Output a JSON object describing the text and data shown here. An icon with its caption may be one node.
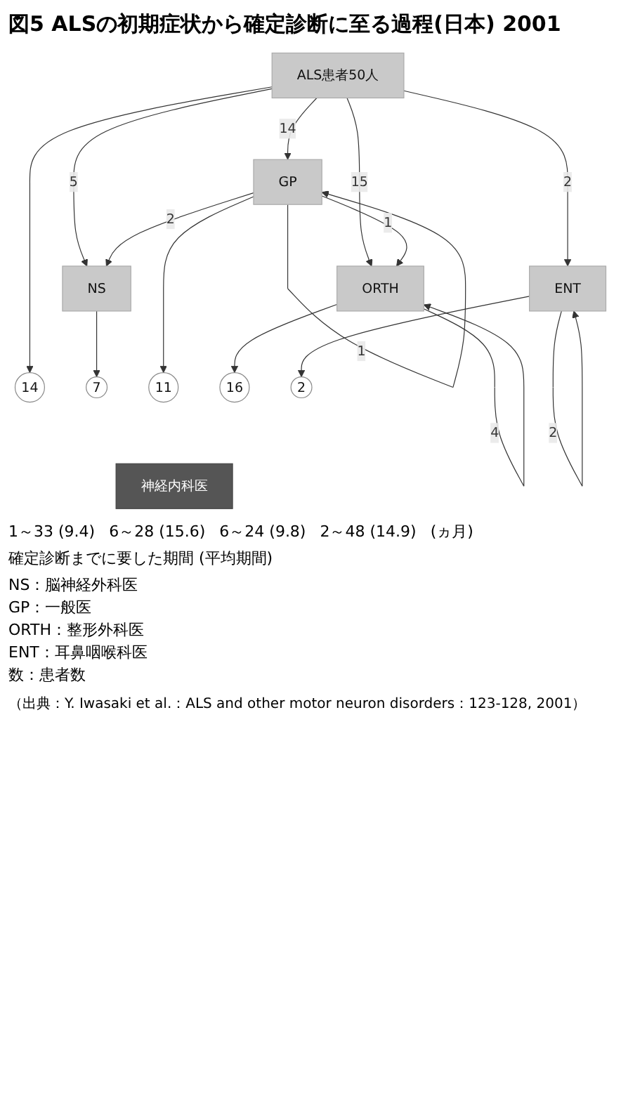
{
  "diagram": {
    "title": "図5 ALSの初期症状から確定診断に至る過程(日本) 2001",
    "caption": "（出典：Y. Iwasaki et al.：ALS and other motor neuron disorders：123-128, 2001）",
    "nodes": [
      {
        "text": [
          "ALS患者50人"
        ]
      },
      {
        "text": [
          "NS"
        ]
      },
      {
        "text": [
          "GP"
        ]
      },
      {
        "text": [
          "ORTH"
        ]
      },
      {
        "text": [
          "ENT"
        ]
      },
      {
        "text": [
          "14"
        ]
      },
      {
        "text": [
          "7"
        ]
      },
      {
        "text": [
          "11"
        ]
      },
      {
        "text": [
          "16"
        ]
      },
      {
        "text": [
          "2"
        ]
      },
      {
        "text": [
          "神経内科医"
        ]
      }
    ],
    "edges": [
      {
        "from": 0,
        "to": 5,
        "arrow": "to"
      },
      {
        "from": 0,
        "to": 1,
        "label": "5",
        "arrow": "to"
      },
      {
        "from": 0,
        "to": 2,
        "label": "14",
        "arrow": "to"
      },
      {
        "from": 0,
        "to": 3,
        "label": "15",
        "arrow": "to"
      },
      {
        "from": 0,
        "to": 4,
        "label": "2",
        "arrow": "to"
      },
      {
        "from": 2,
        "to": 1,
        "label": "2",
        "arrow": "to"
      },
      {
        "from": 2,
        "to": 2,
        "label": "1",
        "arrow": "to"
      },
      {
        "from": 2,
        "to": 3,
        "label": "1",
        "arrow": "to"
      },
      {
        "from": 3,
        "to": 3,
        "label": "4",
        "arrow": "to"
      },
      {
        "from": 4,
        "to": 4,
        "label": "2",
        "arrow": "to"
      },
      {
        "from": 1,
        "to": 6,
        "arrow": "to"
      },
      {
        "from": 2,
        "to": 7,
        "arrow": "to"
      },
      {
        "from": 3,
        "to": 8,
        "arrow": "to"
      },
      {
        "from": 4,
        "to": 9,
        "arrow": "to"
      }
    ],
    "labels": [
      "1～33 (9.4)",
      "6～28 (15.6)",
      "6～24 (9.8)",
      "2～48 (14.9)",
      "(ヵ月)",
      "確定診断までに要した期間 (平均期間)"
    ],
    "legend": [
      {
        "text": "NS：脳神経外科医"
      },
      {
        "text": "GP：一般医"
      },
      {
        "text": "ORTH：整形外科医"
      },
      {
        "text": "ENT：耳鼻咽喉科医"
      },
      {
        "text": "数：患者数"
      }
    ]
  }
}
